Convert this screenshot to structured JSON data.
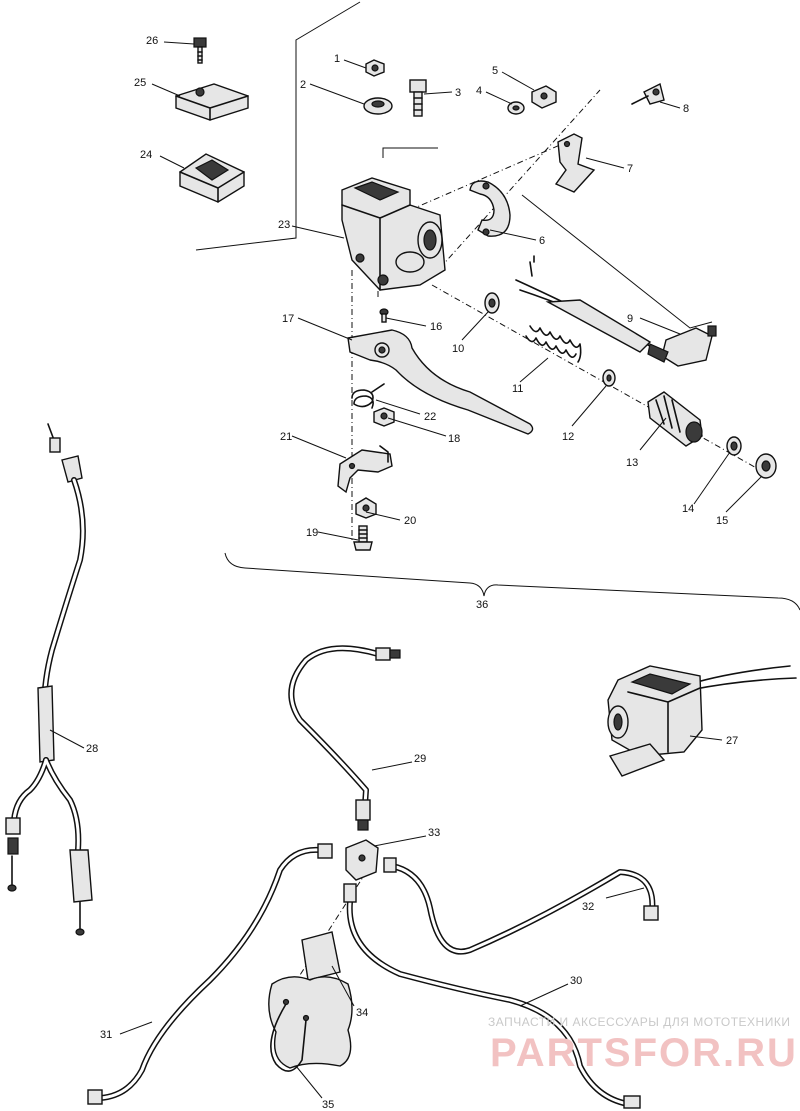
{
  "part_labels": [
    "1",
    "2",
    "3",
    "4",
    "5",
    "6",
    "7",
    "8",
    "9",
    "10",
    "11",
    "12",
    "13",
    "14",
    "15",
    "16",
    "17",
    "18",
    "19",
    "20",
    "21",
    "22",
    "23",
    "24",
    "25",
    "26",
    "27",
    "28",
    "29",
    "30",
    "31",
    "32",
    "33",
    "34",
    "35",
    "36"
  ],
  "watermark": {
    "line1": "ЗАПЧАСТИ И АКСЕССУАРЫ ДЛЯ МОТОТЕХНИКИ",
    "line2": "PARTSFOR.RU"
  },
  "colors": {
    "ink": "#111111",
    "watermark_red": "#f2c2c2",
    "watermark_grey": "#c9c9c9"
  }
}
